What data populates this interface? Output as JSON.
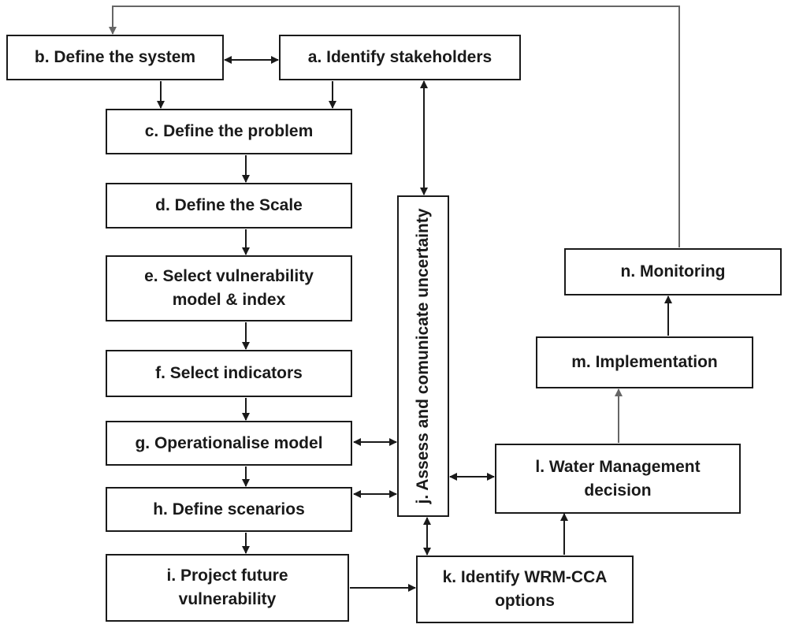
{
  "boxes": {
    "a": "a. Identify stakeholders",
    "b": "b. Define the system",
    "c": "c. Define the problem",
    "d": "d. Define the Scale",
    "e_line1": "e. Select vulnerability",
    "e_line2": "model & index",
    "f": "f. Select indicators",
    "g": "g. Operationalise model",
    "h": "h. Define scenarios",
    "i_line1": "i. Project future",
    "i_line2": "vulnerability",
    "j": "j. Assess and comunicate uncertainty",
    "k_line1": "k. Identify WRM-CCA",
    "k_line2": "options",
    "l_line1": "l. Water Management",
    "l_line2": "decision",
    "m": "m. Implementation",
    "n": "n. Monitoring"
  },
  "colors": {
    "line": "#1a1a1a",
    "line_gray": "#666666",
    "box_border": "#1a1a1a",
    "background": "#ffffff"
  }
}
